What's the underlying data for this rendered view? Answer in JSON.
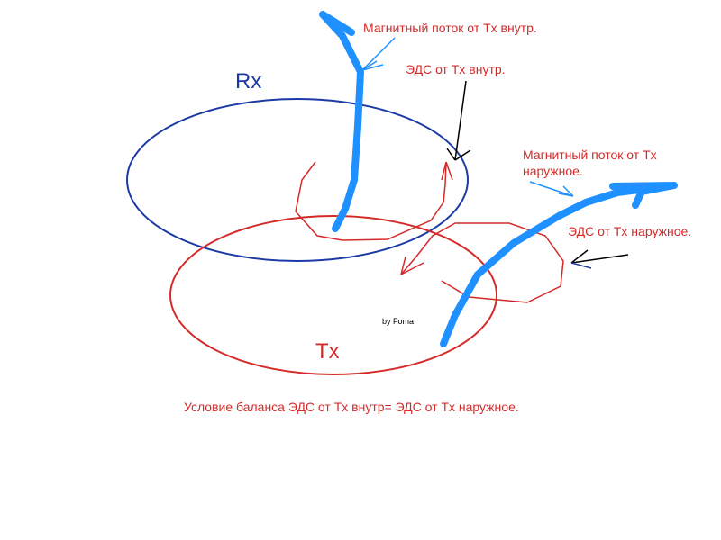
{
  "labels": {
    "flux_inner": "Магнитный поток от Tx внутр.",
    "emf_inner": "ЭДС от Tx внутр.",
    "flux_outer_line1": "Магнитный поток от Tx",
    "flux_outer_line2": "наружное.",
    "emf_outer": "ЭДС от Tx наружное.",
    "rx": "Rx",
    "tx": "Tx",
    "author": "by Foma",
    "balance": "Условие баланса ЭДС от Tx внутр= ЭДС от Tx наружное."
  },
  "colors": {
    "flux": "#1e90ff",
    "rx_coil": "#1b3aa6",
    "tx_coil": "#d42a2a",
    "pointer": "#000000"
  }
}
